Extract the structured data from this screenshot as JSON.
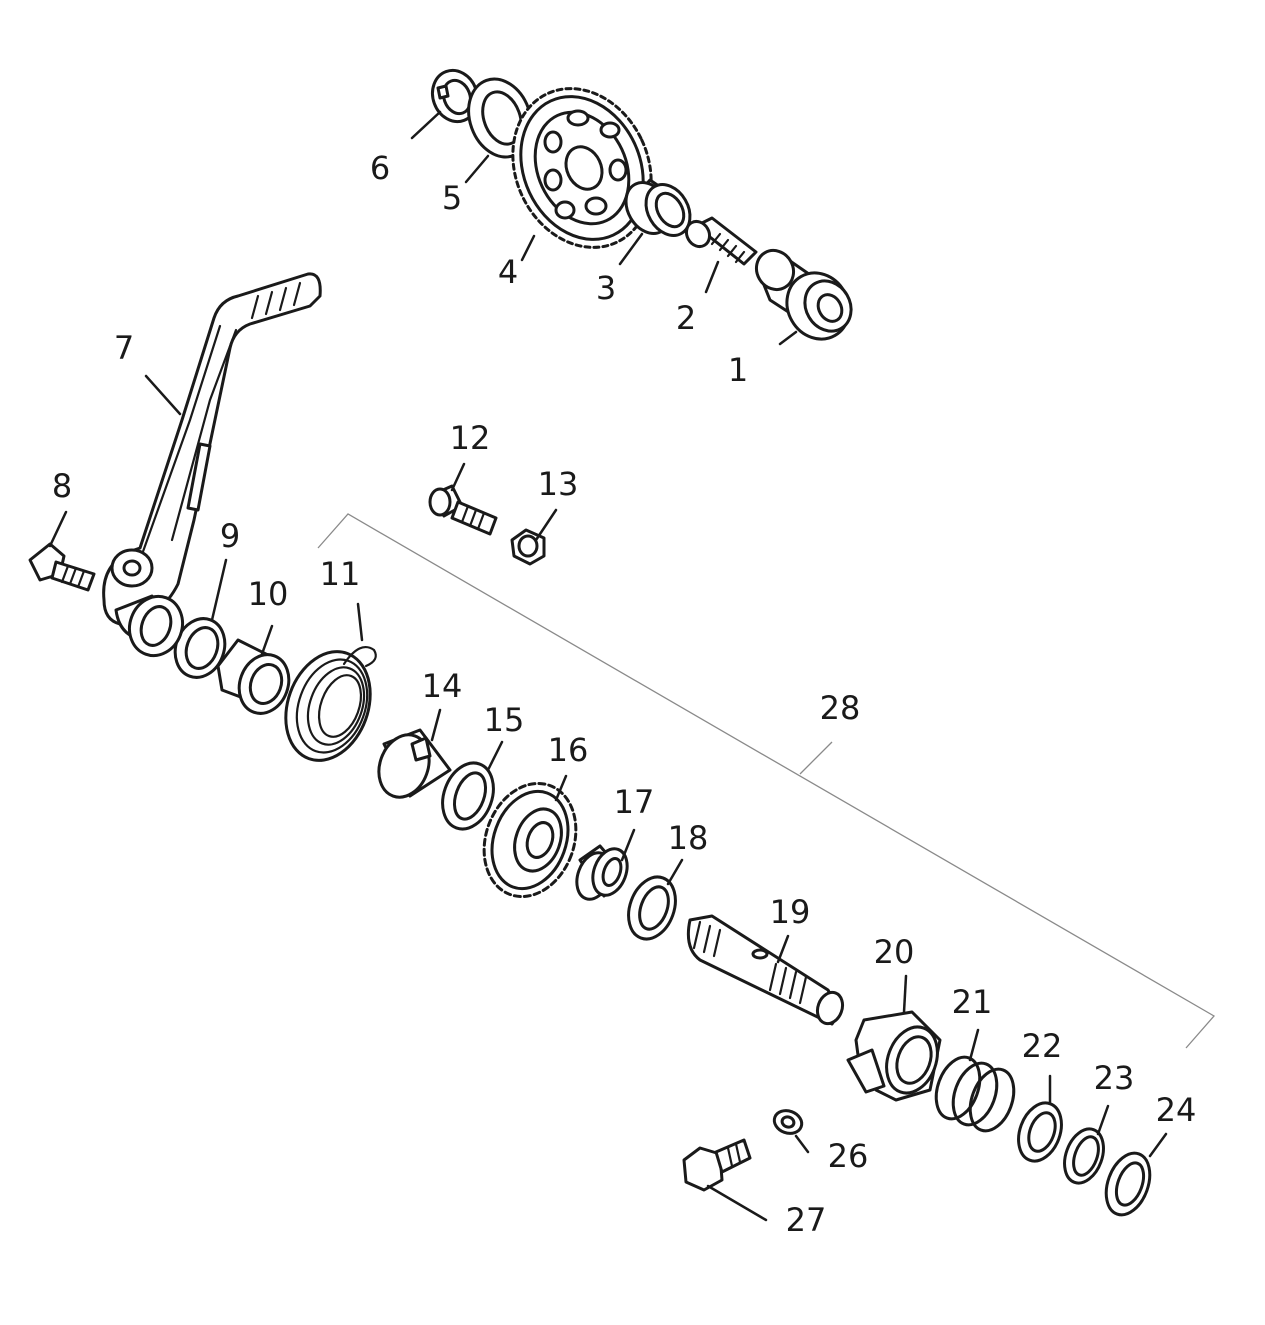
{
  "diagram": {
    "type": "exploded-parts-view",
    "callouts": [
      {
        "id": "1",
        "label": "1"
      },
      {
        "id": "2",
        "label": "2"
      },
      {
        "id": "3",
        "label": "3"
      },
      {
        "id": "4",
        "label": "4"
      },
      {
        "id": "5",
        "label": "5"
      },
      {
        "id": "6",
        "label": "6"
      },
      {
        "id": "7",
        "label": "7"
      },
      {
        "id": "8",
        "label": "8"
      },
      {
        "id": "9",
        "label": "9"
      },
      {
        "id": "10",
        "label": "10"
      },
      {
        "id": "11",
        "label": "11"
      },
      {
        "id": "12",
        "label": "12"
      },
      {
        "id": "13",
        "label": "13"
      },
      {
        "id": "14",
        "label": "14"
      },
      {
        "id": "15",
        "label": "15"
      },
      {
        "id": "16",
        "label": "16"
      },
      {
        "id": "17",
        "label": "17"
      },
      {
        "id": "18",
        "label": "18"
      },
      {
        "id": "19",
        "label": "19"
      },
      {
        "id": "20",
        "label": "20"
      },
      {
        "id": "21",
        "label": "21"
      },
      {
        "id": "22",
        "label": "22"
      },
      {
        "id": "23",
        "label": "23"
      },
      {
        "id": "24",
        "label": "24"
      },
      {
        "id": "26",
        "label": "26"
      },
      {
        "id": "27",
        "label": "27"
      },
      {
        "id": "28",
        "label": "28"
      }
    ],
    "line_color": "#1a1a1a",
    "bracket_color": "#8a8a8a",
    "background": "#ffffff"
  }
}
